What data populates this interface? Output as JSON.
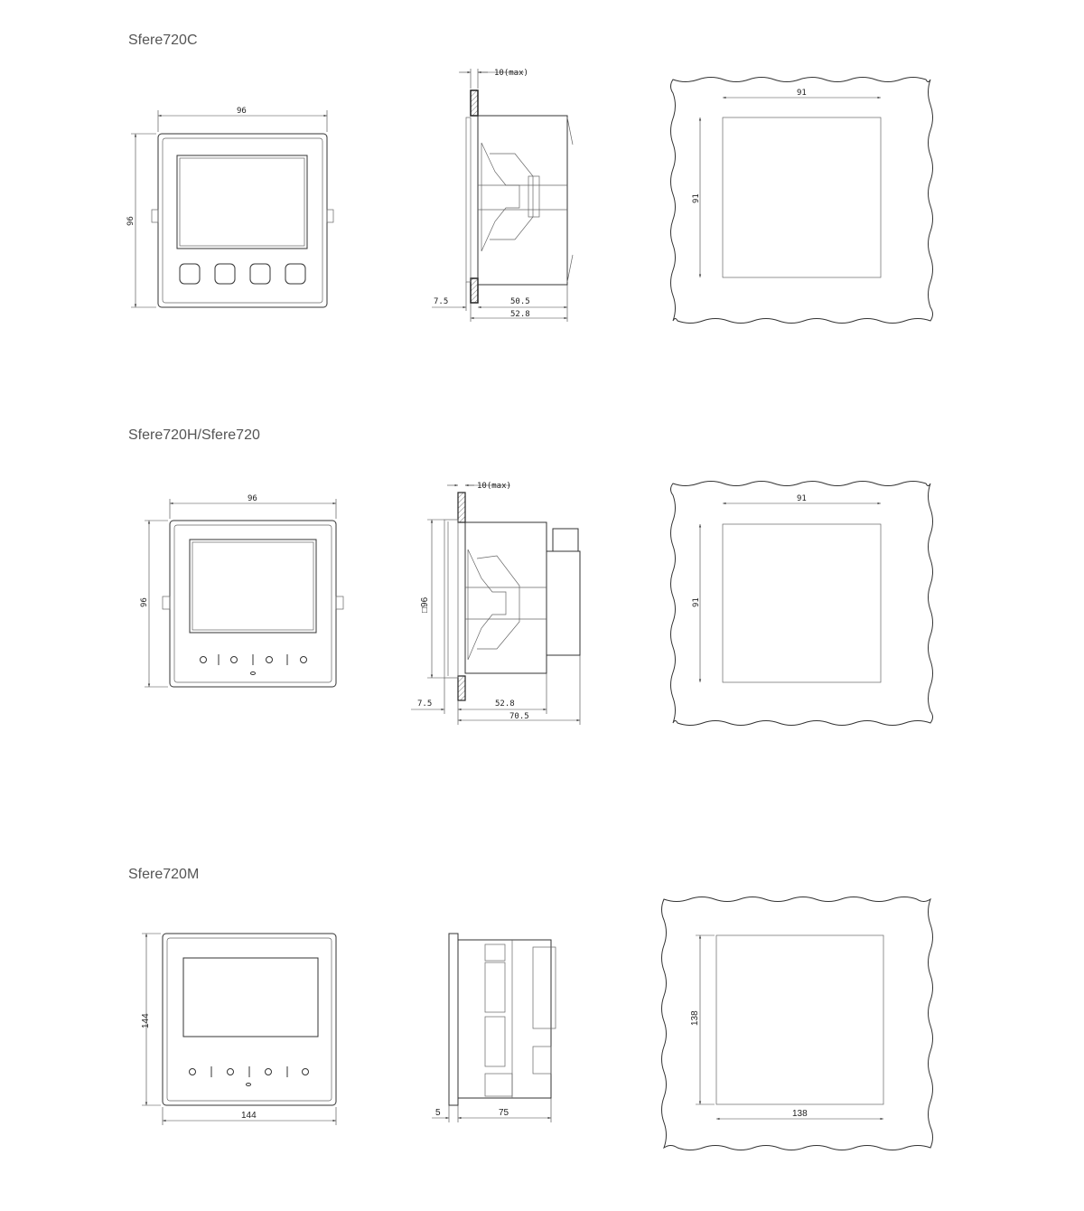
{
  "models": [
    {
      "title": "Sfere720C",
      "front": {
        "width": "96",
        "height": "96"
      },
      "side": {
        "panel": "10(max)",
        "bezel": "7.5",
        "depth_inner": "50.5",
        "depth_total": "52.8"
      },
      "cutout": {
        "width": "91",
        "height": "91"
      }
    },
    {
      "title": "Sfere720H/Sfere720",
      "front": {
        "width": "96",
        "height": "96"
      },
      "side": {
        "panel": "10(max)",
        "square": "□96",
        "bezel": "7.5",
        "depth_inner": "52.8",
        "depth_total": "70.5"
      },
      "cutout": {
        "width": "91",
        "height": "91"
      }
    },
    {
      "title": "Sfere720M",
      "front": {
        "width": "144",
        "height": "144"
      },
      "side": {
        "bezel": "5",
        "depth_total": "75"
      },
      "cutout": {
        "width": "138",
        "height": "138"
      }
    }
  ]
}
